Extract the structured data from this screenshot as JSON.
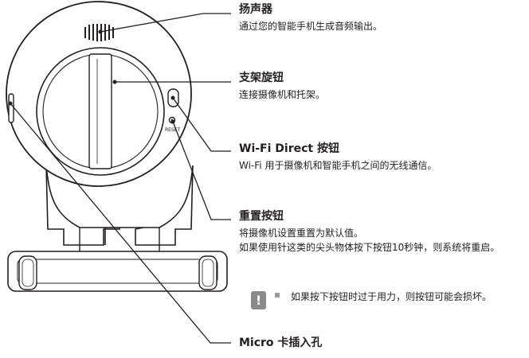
{
  "callouts": {
    "speaker": {
      "title": "扬声器",
      "desc": "通过您的智能手机生成音频输出。"
    },
    "bracket": {
      "title": "支架旋钮",
      "desc": "连接摄像机和托架。"
    },
    "wifi": {
      "title": "Wi-Fi Direct 按钮",
      "desc": "Wi-Fi 用于摄像机和智能手机之间的无线通信。"
    },
    "reset": {
      "title": "重置按钮",
      "desc1": "将摄像机设置重置为默认值。",
      "desc2": "如果使用针这类的尖头物体按下按钮10秒钟，则系统将重启。"
    },
    "micro": {
      "title": "Micro 卡插入孔"
    }
  },
  "note": {
    "icon_symbol": "!",
    "icon_name": "caution-icon",
    "text": "如果按下按钮时过于用力，则按钮可能会损坏。"
  },
  "device": {
    "reset_label": "RESET"
  }
}
